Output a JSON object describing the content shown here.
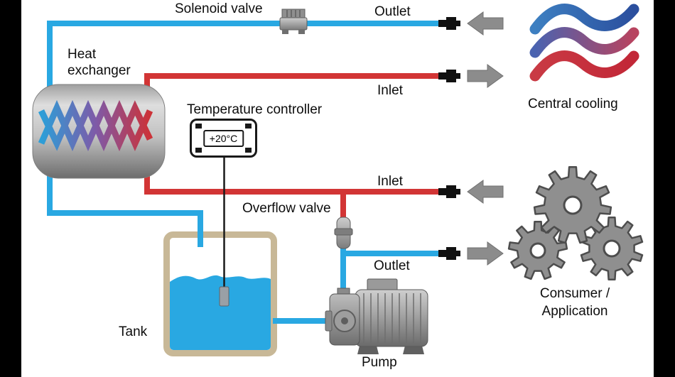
{
  "labels": {
    "solenoid_valve": "Solenoid valve",
    "outlet_top": "Outlet",
    "heat_line1": "Heat",
    "heat_line2": "exchanger",
    "inlet_top": "Inlet",
    "temperature_controller": "Temperature controller",
    "central_cooling": "Central cooling",
    "inlet_bottom": "Inlet",
    "overflow_valve": "Overflow valve",
    "outlet_bottom": "Outlet",
    "consumer_line1": "Consumer /",
    "consumer_line2": "Application",
    "tank": "Tank",
    "pump": "Pump"
  },
  "controller": {
    "display_value": "+20°C"
  },
  "colors": {
    "pipe_cold": "#29a8e2",
    "pipe_hot": "#d23535",
    "tank_border": "#c8b897",
    "water": "#29a8e2",
    "arrow": "#8c8c8c",
    "gear": "#8f8f8f",
    "fitting": "#111111"
  }
}
